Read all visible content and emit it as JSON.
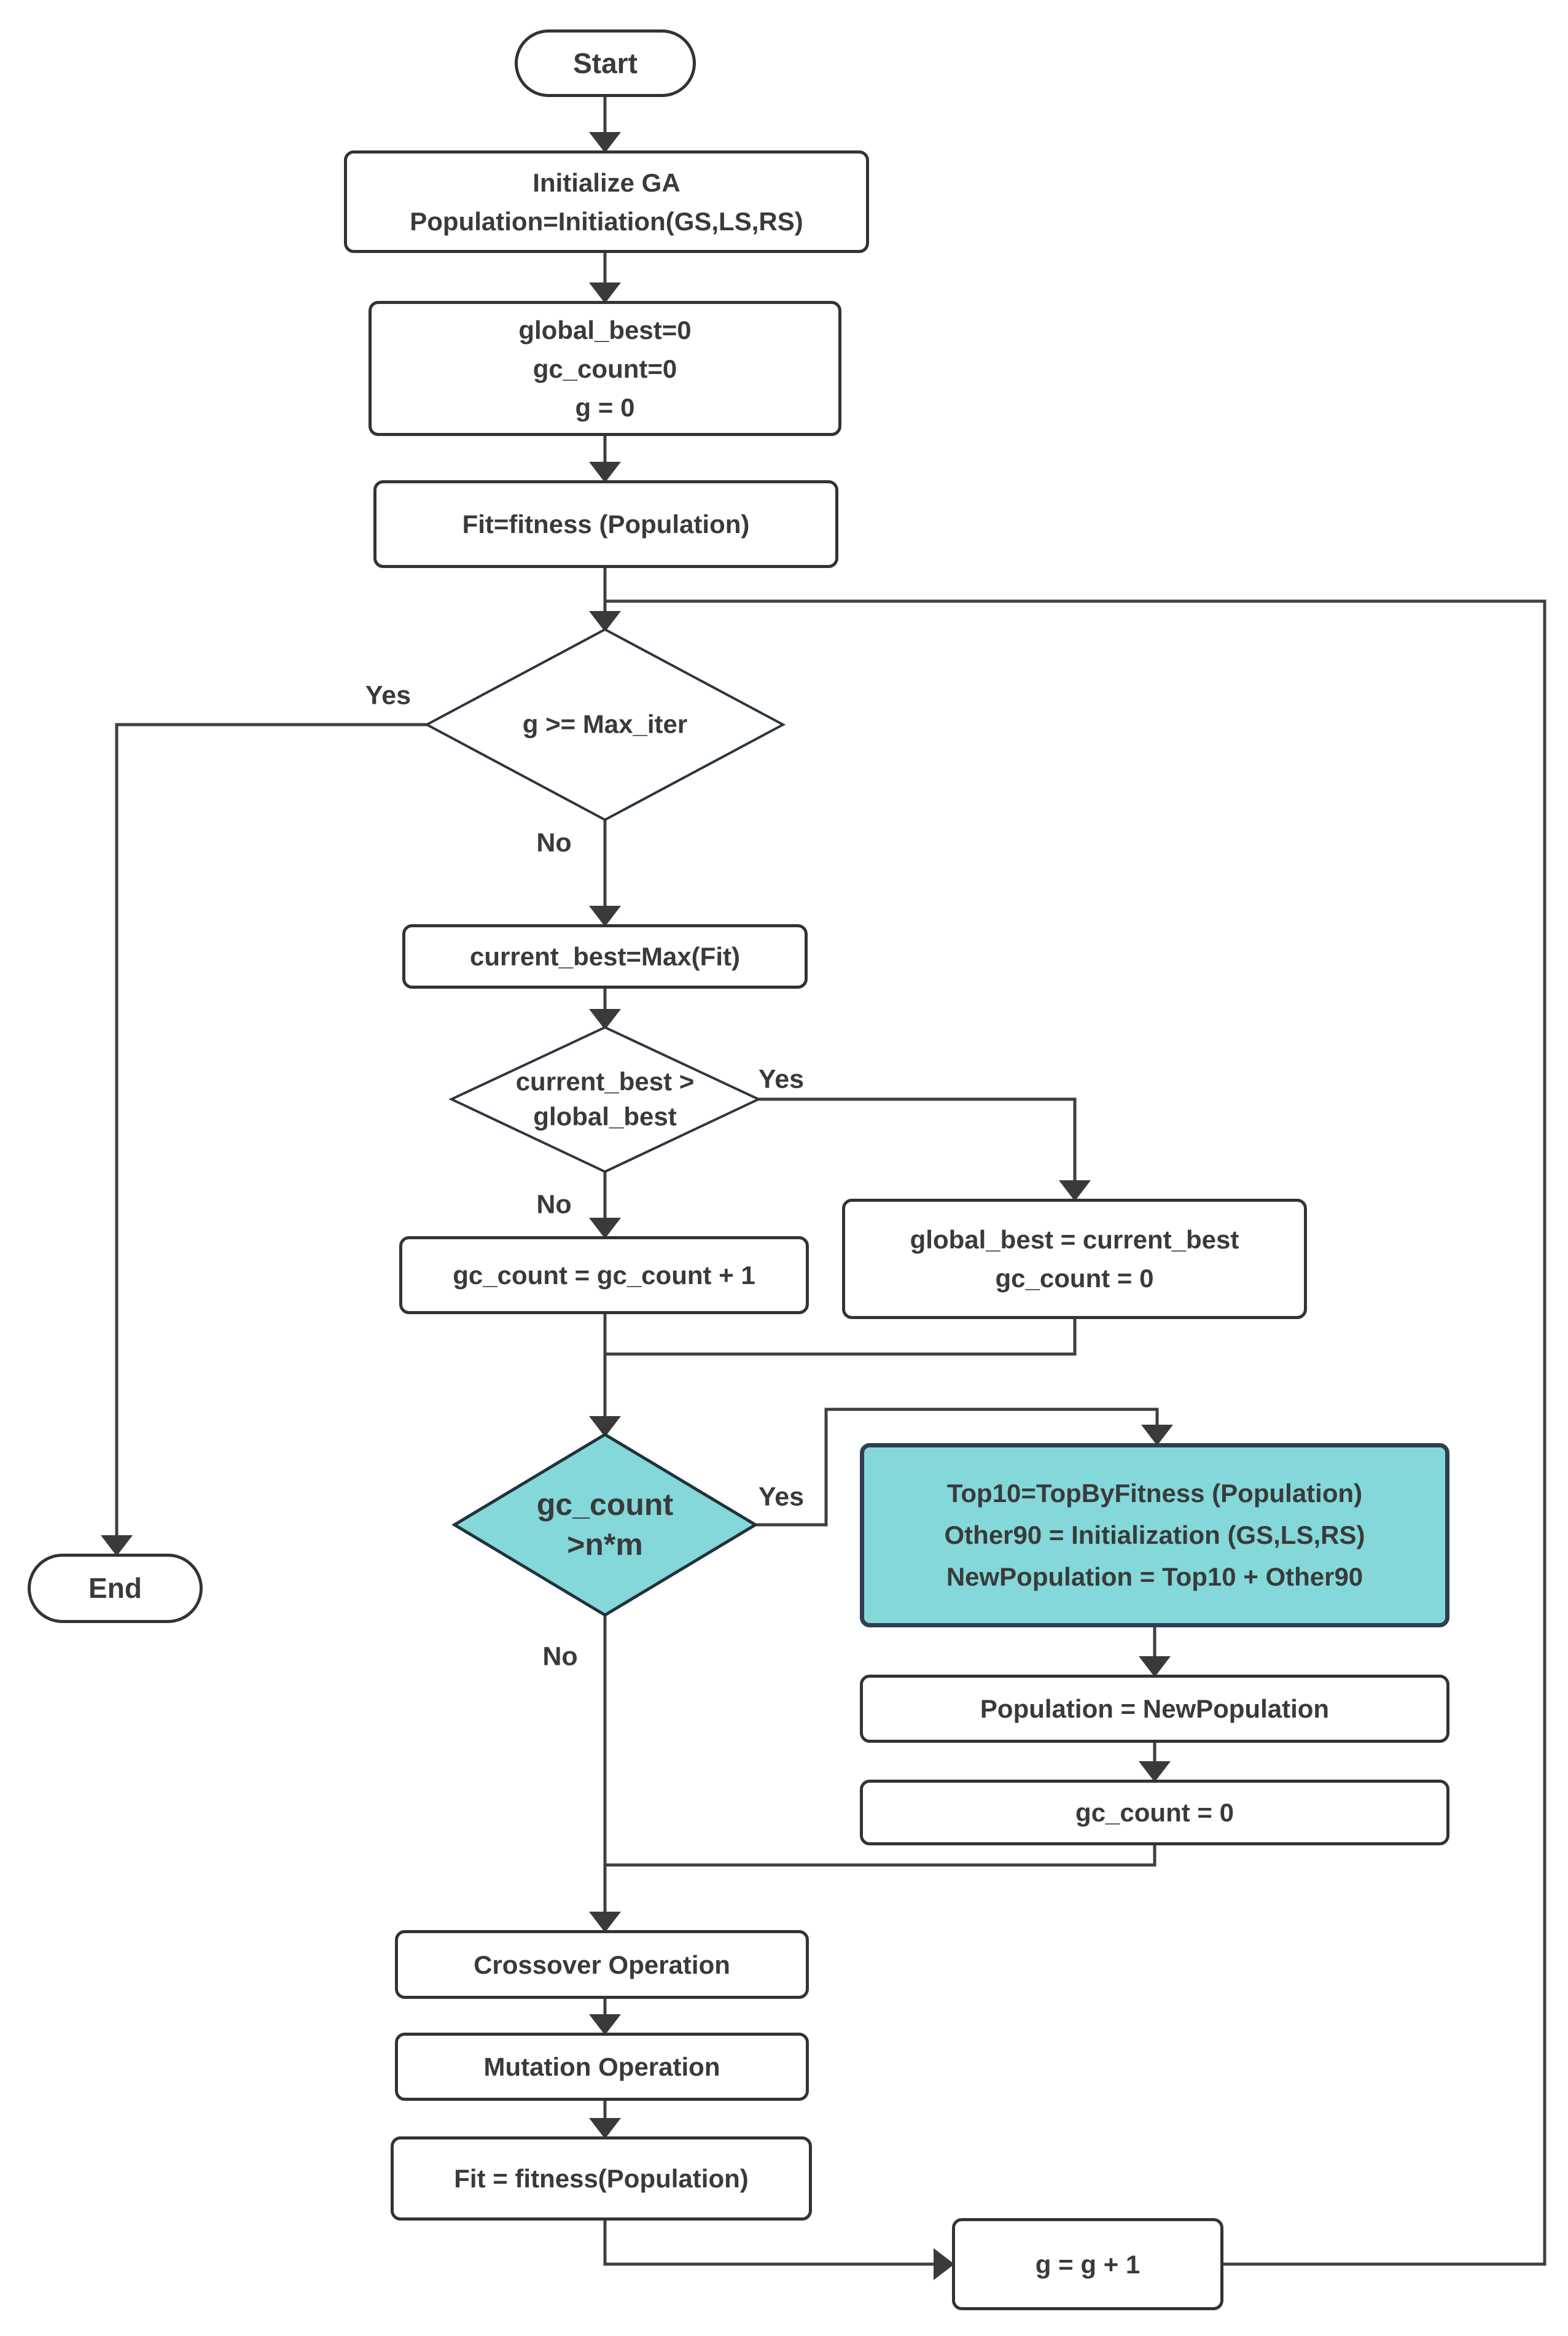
{
  "flowchart": {
    "nodes": {
      "start": "Start",
      "init_ga": "Initialize GA\nPopulation=Initiation(GS,LS,RS)",
      "init_vars": "global_best=0\ngc_count=0\ng = 0",
      "fitness1": "Fit=fitness  (Population)",
      "max_iter_check": "g >= Max_iter",
      "current_best": "current_best=Max(Fit)",
      "best_check": "current_best >\nglobal_best",
      "gc_increment": "gc_count = gc_count + 1",
      "global_update": "global_best = current_best\ngc_count = 0",
      "stagnation_check": "gc_count\n>n*m",
      "restart": "Top10=TopByFitness  (Population)\nOther90 = Initialization  (GS,LS,RS)\nNewPopulation = Top10 + Other90",
      "set_population": "Population = NewPopulation",
      "gc_reset": "gc_count  = 0",
      "crossover": "Crossover Operation",
      "mutation": "Mutation Operation",
      "fitness2": "Fit = fitness(Population)",
      "g_increment": "g = g + 1",
      "end": "End"
    },
    "edge_labels": {
      "max_iter_yes": "Yes",
      "max_iter_no": "No",
      "best_yes": "Yes",
      "best_no": "No",
      "stagnation_yes": "Yes",
      "stagnation_no": "No"
    },
    "colors": {
      "highlight_fill": "#84d8d9",
      "node_border": "#333333",
      "highlight_border": "#2e3f4f",
      "line": "#3f3f3f",
      "text": "#3a3a3a",
      "background": "#ffffff"
    }
  }
}
